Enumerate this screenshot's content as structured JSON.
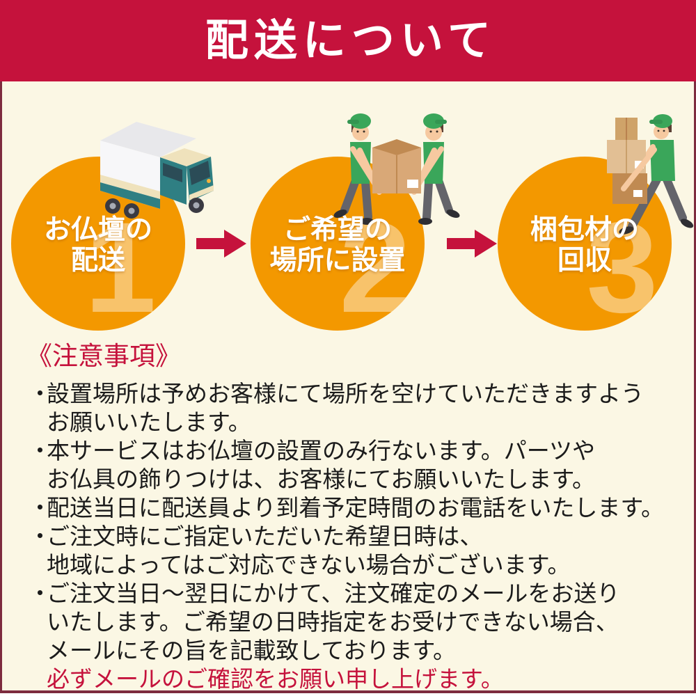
{
  "header": {
    "title": "配送について"
  },
  "steps": [
    {
      "number": "1",
      "line1": "お仏壇の",
      "line2": "配送",
      "icon": "delivery-truck"
    },
    {
      "number": "2",
      "line1": "ご希望の",
      "line2": "場所に設置",
      "icon": "two-workers-carrying-box"
    },
    {
      "number": "3",
      "line1": "梱包材の",
      "line2": "回収",
      "icon": "worker-carrying-boxes"
    }
  ],
  "notes": {
    "title": "《注意事項》",
    "bullet": "・",
    "items": [
      {
        "lines": [
          "設置場所は予めお客様にて場所を空けていただきますよう",
          "お願いいたします。"
        ]
      },
      {
        "lines": [
          "本サービスはお仏壇の設置のみ行ないます。パーツや",
          "お仏具の飾りつけは、お客様にてお願いいたします。"
        ]
      },
      {
        "lines": [
          "配送当日に配送員より到着予定時間のお電話をいたします。"
        ]
      },
      {
        "lines": [
          "ご注文時にご指定いただいた希望日時は、",
          "地域によってはご対応できない場合がございます。"
        ]
      },
      {
        "lines": [
          "ご注文当日〜翌日にかけて、注文確定のメールをお送り",
          "いたします。ご希望の日時指定をお受けできない場合、",
          "メールにその旨を記載致しております。"
        ]
      }
    ],
    "highlight": "必ずメールのご確認をお願い申し上げます。"
  },
  "colors": {
    "banner": "#C5123C",
    "border": "#7D2B3E",
    "background": "#FBF7E4",
    "circle": "#F39800",
    "arrow": "#C5123C",
    "highlight_text": "#C5123C",
    "body_text": "#1B1B1B",
    "step_number": "rgba(255,255,255,0.42)"
  }
}
